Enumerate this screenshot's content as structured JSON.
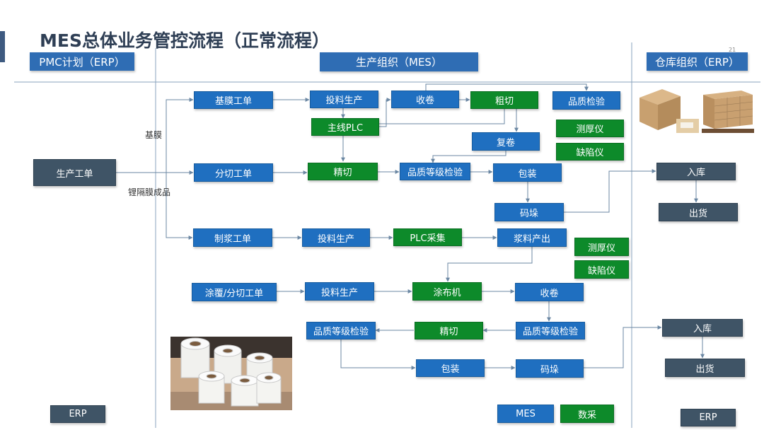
{
  "title": "MES总体业务管控流程（正常流程）",
  "page_number": "21",
  "headers": {
    "pmc": "PMC计划（ERP）",
    "mes": "生产组织（MES）",
    "warehouse": "仓库组织（ERP）"
  },
  "labels": {
    "base_film": "基膜",
    "lithium_separator": "锂隔膜成品"
  },
  "nodes": {
    "production_order": "生产工单",
    "base_film_order": "基膜工单",
    "feed_production_1": "投料生产",
    "main_line_plc": "主线PLC",
    "winding_1": "收卷",
    "rough_cut": "粗切",
    "quality_inspection": "品质检验",
    "rewind": "复卷",
    "thickness_gauge_1": "测厚仪",
    "defect_detector_1": "缺陷仪",
    "slitting_order": "分切工单",
    "fine_cut_1": "精切",
    "quality_grade_1": "品质等级检验",
    "packaging_1": "包装",
    "warehouse_in_1": "入库",
    "stacking_1": "码垛",
    "ship_1": "出货",
    "slurry_order": "制浆工单",
    "feed_production_2": "投料生产",
    "plc_collect": "PLC采集",
    "slurry_output": "浆料产出",
    "thickness_gauge_2": "测厚仪",
    "defect_detector_2": "缺陷仪",
    "coating_slitting_order": "涂覆/分切工单",
    "feed_production_3": "投料生产",
    "coater": "涂布机",
    "winding_2": "收卷",
    "quality_grade_2": "品质等级检验",
    "fine_cut_2": "精切",
    "quality_grade_3": "品质等级检验",
    "warehouse_in_2": "入库",
    "packaging_2": "包装",
    "stacking_2": "码垛",
    "ship_2": "出货"
  },
  "legend": {
    "erp_left": "ERP",
    "mes": "MES",
    "data_collect": "数采",
    "erp_right": "ERP"
  },
  "colors": {
    "mes_box": "#1f6fc0",
    "data_collect_box": "#0d8a2a",
    "erp_box": "#3f5466",
    "header": "#2f6db4",
    "title": "#2f3f55"
  }
}
